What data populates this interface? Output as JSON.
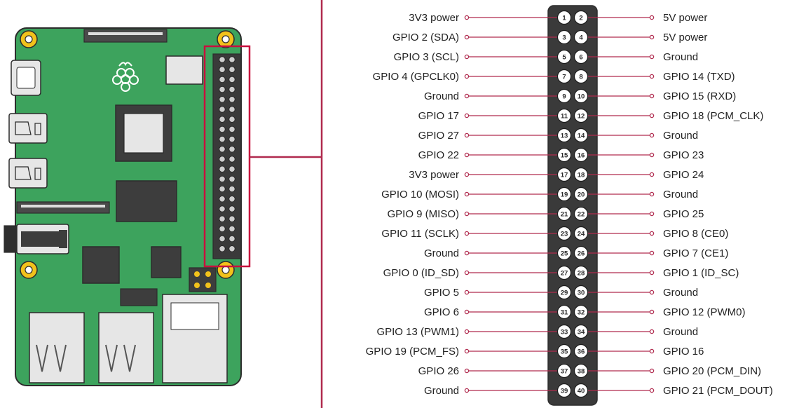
{
  "colors": {
    "board": "#3da35d",
    "board_border": "#2c2c2c",
    "mount_hole": "#f2c21b",
    "highlight": "#c8103e",
    "connector": "#b02a4e",
    "header_body": "#3a3a3a",
    "pin_fill": "#ffffff",
    "port_fill": "#e6e6e6",
    "chip_fill": "#3d3d3d"
  },
  "board": {
    "name": "Raspberry Pi"
  },
  "pinout": {
    "left_labels": [
      "3V3 power",
      "GPIO 2 (SDA)",
      "GPIO 3 (SCL)",
      "GPIO 4 (GPCLK0)",
      "Ground",
      "GPIO 17",
      "GPIO 27",
      "GPIO 22",
      "3V3 power",
      "GPIO 10 (MOSI)",
      "GPIO 9 (MISO)",
      "GPIO 11 (SCLK)",
      "Ground",
      "GPIO 0 (ID_SD)",
      "GPIO 5",
      "GPIO 6",
      "GPIO 13 (PWM1)",
      "GPIO 19 (PCM_FS)",
      "GPIO 26",
      "Ground"
    ],
    "right_labels": [
      "5V power",
      "5V power",
      "Ground",
      "GPIO 14 (TXD)",
      "GPIO 15 (RXD)",
      "GPIO 18 (PCM_CLK)",
      "Ground",
      "GPIO 23",
      "GPIO 24",
      "Ground",
      "GPIO 25",
      "GPIO 8 (CE0)",
      "GPIO 7 (CE1)",
      "GPIO 1 (ID_SC)",
      "Ground",
      "GPIO 12 (PWM0)",
      "Ground",
      "GPIO 16",
      "GPIO 20 (PCM_DIN)",
      "GPIO 21 (PCM_DOUT)"
    ],
    "left_pin_numbers": [
      "1",
      "3",
      "5",
      "7",
      "9",
      "11",
      "13",
      "15",
      "17",
      "19",
      "21",
      "23",
      "25",
      "27",
      "29",
      "31",
      "33",
      "35",
      "37",
      "39"
    ],
    "right_pin_numbers": [
      "2",
      "4",
      "6",
      "8",
      "10",
      "12",
      "14",
      "16",
      "18",
      "20",
      "22",
      "24",
      "26",
      "28",
      "30",
      "32",
      "34",
      "36",
      "38",
      "40"
    ]
  }
}
